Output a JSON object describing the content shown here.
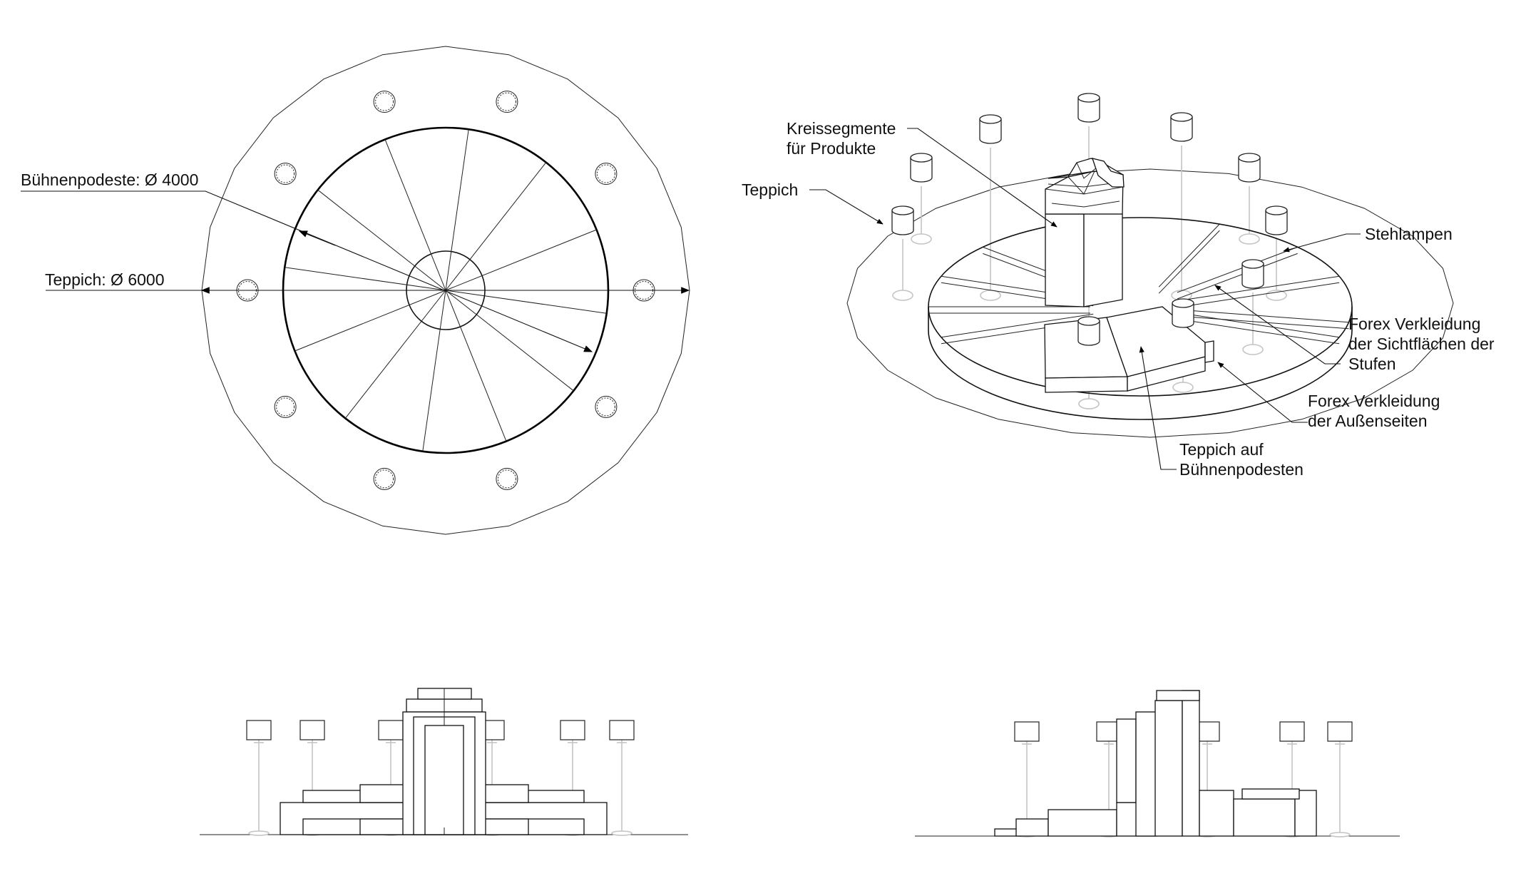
{
  "labels": {
    "buehnen_diameter": "Bühnenpodeste: Ø 4000",
    "teppich_diameter": "Teppich: Ø 6000",
    "kreissegmente_1": "Kreissegmente",
    "kreissegmente_2": "für Produkte",
    "teppich": "Teppich",
    "stehlampen": "Stehlampen",
    "forex_sicht_1": "Forex Verkleidung",
    "forex_sicht_2": "der Sichtflächen der",
    "forex_sicht_3": "Stufen",
    "forex_aussen_1": "Forex Verkleidung",
    "forex_aussen_2": "der Außenseiten",
    "teppich_auf_1": "Teppich auf",
    "teppich_auf_2": "Bühnenpodesten"
  },
  "plan_view": {
    "platform_segment_count": 12,
    "lamp_count": 10
  },
  "iso_view": {
    "lamp_count": 10
  },
  "colors": {
    "line": "#111111",
    "faint_line": "#c4c4c4",
    "background": "#ffffff"
  }
}
